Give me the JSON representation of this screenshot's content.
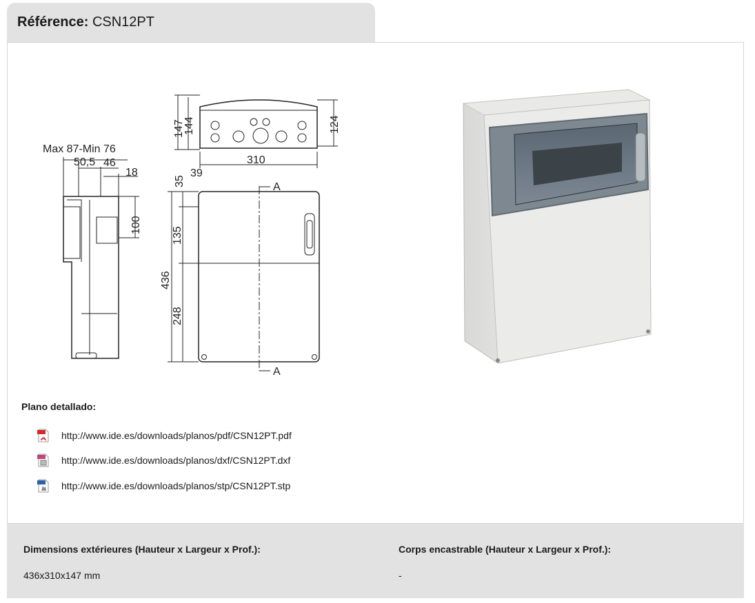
{
  "header": {
    "label": "Référence:",
    "value": "CSN12PT"
  },
  "drawing": {
    "dims": {
      "max_min": "Max 87-Min 76",
      "d50_5": "50,5",
      "d46": "46",
      "d18": "18",
      "d100": "100",
      "d147": "147",
      "d144": "144",
      "d124": "124",
      "d310": "310",
      "d35": "35",
      "d39": "39",
      "d135": "135",
      "d436": "436",
      "d248": "248",
      "section_a": "A"
    }
  },
  "plano": {
    "title": "Plano detallado:",
    "links": [
      {
        "icon": "pdf-file-icon",
        "url": "http://www.ide.es/downloads/planos/pdf/CSN12PT.pdf"
      },
      {
        "icon": "dxf-file-icon",
        "url": "http://www.ide.es/downloads/planos/dxf/CSN12PT.dxf"
      },
      {
        "icon": "stp-file-icon",
        "url": "http://www.ide.es/downloads/planos/stp/CSN12PT.stp"
      }
    ]
  },
  "footer": {
    "col1": {
      "heading": "Dimensions extérieures (Hauteur x Largeur x Prof.):",
      "value": "436x310x147 mm"
    },
    "col2": {
      "heading": "Corps encastrable (Hauteur x Largeur x Prof.):",
      "value": "-"
    }
  },
  "colors": {
    "tab_bg": "#e2e2e2",
    "footer_bg": "#e2e2e2",
    "panel_border": "#d4d4d4",
    "pdf_red": "#d9262b",
    "dxf_pink": "#c0457a",
    "stp_blue": "#2f5fa8"
  }
}
